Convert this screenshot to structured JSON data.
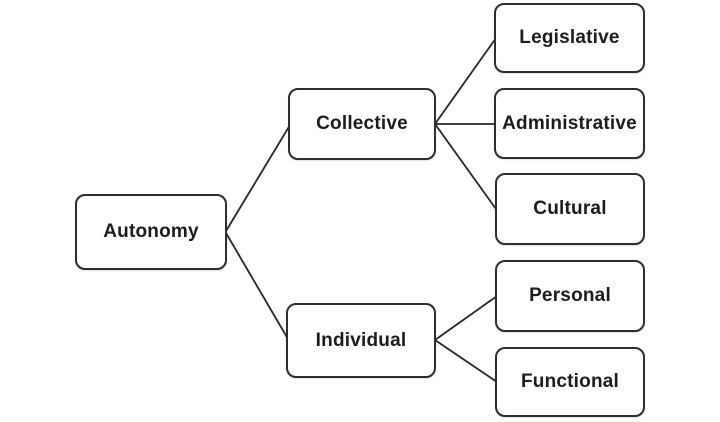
{
  "diagram": {
    "title": "Autonomy types tree diagram",
    "type": "tree",
    "nodes": {
      "autonomy": {
        "label": "Autonomy",
        "level": 1
      },
      "collective": {
        "label": "Collective",
        "level": 2
      },
      "individual": {
        "label": "Individual",
        "level": 2
      },
      "legislative": {
        "label": "Legislative",
        "level": 3
      },
      "administrative": {
        "label": "Administrative",
        "level": 3
      },
      "cultural": {
        "label": "Cultural",
        "level": 3
      },
      "personal": {
        "label": "Personal",
        "level": 3
      },
      "functional": {
        "label": "Functional",
        "level": 3
      }
    },
    "edges": [
      [
        "autonomy",
        "collective"
      ],
      [
        "autonomy",
        "individual"
      ],
      [
        "collective",
        "legislative"
      ],
      [
        "collective",
        "administrative"
      ],
      [
        "collective",
        "cultural"
      ],
      [
        "individual",
        "personal"
      ],
      [
        "individual",
        "functional"
      ]
    ],
    "colors": {
      "background": "#ffffff",
      "node_fill": "#ffffff",
      "node_border": "#2e2e2e",
      "connector": "#262626",
      "text": "#1c1c1c"
    }
  }
}
